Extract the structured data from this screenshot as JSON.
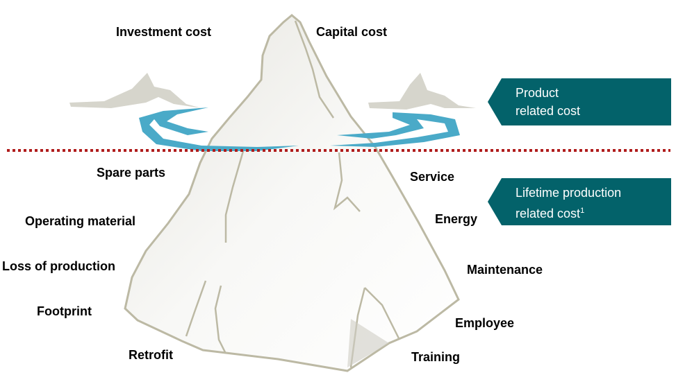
{
  "above_water": {
    "labels": [
      "Investment cost",
      "Capital cost"
    ],
    "banner": {
      "line1": "Product",
      "line2": "related cost"
    }
  },
  "below_water": {
    "left_labels": [
      "Spare parts",
      "Operating material",
      "Loss of production",
      "Footprint",
      "Retrofit"
    ],
    "right_labels": [
      "Service",
      "Energy",
      "Maintenance",
      "Employee",
      "Training"
    ],
    "banner": {
      "line1": "Lifetime production",
      "line2": "related cost",
      "footnote": "1"
    }
  },
  "colors": {
    "banner": "#03626a",
    "waterline": "#b01c1c",
    "water": "#4aaac8",
    "ice_stroke": "#bcb9a4"
  }
}
